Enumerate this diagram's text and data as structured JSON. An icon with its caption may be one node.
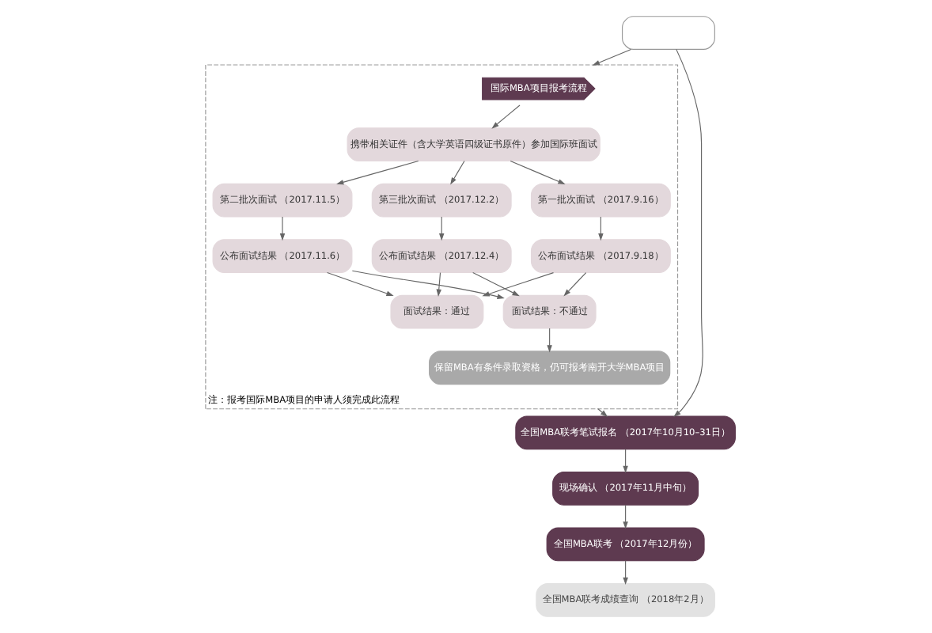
{
  "diagram": {
    "nodes": [
      {
        "text": [],
        "shape": "box"
      },
      {
        "text": [
          "注：报考国际MBA项目的申请人须完成此流程"
        ]
      },
      {
        "text": [
          "国际MBA项目报考流程"
        ],
        "in": 1
      },
      {
        "text": [
          "携带相关证件（含大学英语四级证书原件）参加国际班面试"
        ],
        "in": 1
      },
      {
        "text": [
          "第一批次面试 （2017.9.16）"
        ],
        "in": 1
      },
      {
        "text": [
          "第二批次面试 （2017.11.5）"
        ],
        "in": 1
      },
      {
        "text": [
          "第三批次面试 （2017.12.2）"
        ],
        "in": 1
      },
      {
        "text": [
          "公布面试结果 （2017.9.18）"
        ],
        "in": 1
      },
      {
        "text": [
          "公布面试结果 （2017.11.6）"
        ],
        "in": 1
      },
      {
        "text": [
          "公布面试结果 （2017.12.4）"
        ],
        "in": 1
      },
      {
        "text": [
          "面试结果：通过"
        ],
        "in": 1
      },
      {
        "text": [
          "面试结果：不通过"
        ],
        "in": 1
      },
      {
        "text": [
          "保留MBA有条件录取资格，仍可报考南开大学MBA项目"
        ],
        "in": 1
      },
      {
        "text": [
          "现场确认 （2017年11月中旬）"
        ]
      },
      {
        "text": [
          "全国MBA联考笔试报名 （2017年10月10–31日）"
        ]
      },
      {
        "text": [
          "全国MBA联考 （2017年12月份）"
        ]
      },
      {
        "text": [
          "全国MBA联考成绩查询 （2018年2月）"
        ]
      }
    ],
    "edges": [
      {
        "from": 0,
        "to": 1,
        "arrow": "to"
      },
      {
        "from": 0,
        "to": 14,
        "arrow": "to"
      },
      {
        "from": 2,
        "to": 3,
        "arrow": "to"
      },
      {
        "from": 3,
        "to": 4,
        "arrow": "to"
      },
      {
        "from": 3,
        "to": 5,
        "arrow": "to"
      },
      {
        "from": 3,
        "to": 6,
        "arrow": "to"
      },
      {
        "from": 4,
        "to": 7,
        "arrow": "to"
      },
      {
        "from": 5,
        "to": 8,
        "arrow": "to"
      },
      {
        "from": 6,
        "to": 9,
        "arrow": "to"
      },
      {
        "from": 7,
        "to": 10,
        "arrow": "to"
      },
      {
        "from": 8,
        "to": 10,
        "arrow": "to"
      },
      {
        "from": 9,
        "to": 10,
        "arrow": "to"
      },
      {
        "from": 7,
        "to": 11,
        "arrow": "to"
      },
      {
        "from": 8,
        "to": 11,
        "arrow": "to"
      },
      {
        "from": 9,
        "to": 11,
        "arrow": "to"
      },
      {
        "from": 11,
        "to": 12,
        "arrow": "to"
      },
      {
        "from": 1,
        "to": 14,
        "arrow": "to"
      },
      {
        "from": 14,
        "to": 13,
        "arrow": "to"
      },
      {
        "from": 13,
        "to": 15,
        "arrow": "to"
      },
      {
        "from": 15,
        "to": 16,
        "arrow": "to"
      }
    ]
  }
}
